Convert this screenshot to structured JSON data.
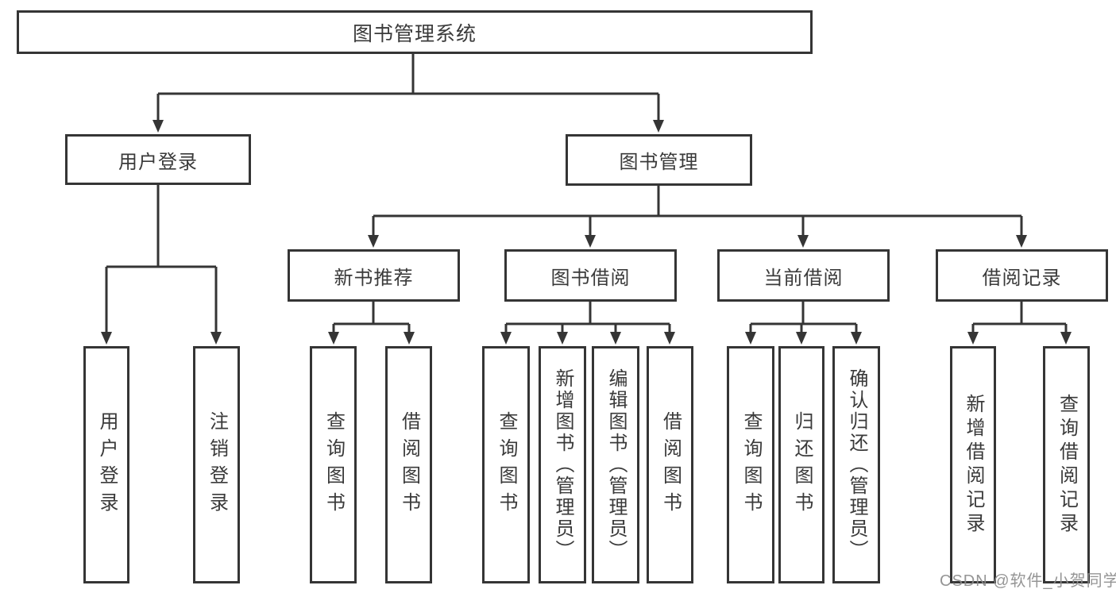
{
  "diagram": {
    "type": "functional-structure-tree",
    "colors": {
      "line": "#353535",
      "text": "#3a3a3a",
      "background": "#ffffff",
      "watermark": "#8c8c8c"
    },
    "tree": {
      "root": "图书管理系统",
      "branches": [
        {
          "label": "用户登录",
          "children": [
            "用户登录",
            "注销登录"
          ]
        },
        {
          "label": "图书管理",
          "children": [
            {
              "label": "新书推荐",
              "children": [
                "查询图书",
                "借阅图书"
              ]
            },
            {
              "label": "图书借阅",
              "children": [
                "查询图书",
                "新增图书（管理员）",
                "编辑图书（管理员）",
                "借阅图书"
              ]
            },
            {
              "label": "当前借阅",
              "children": [
                "查询图书",
                "归还图书",
                "确认归还（管理员）"
              ]
            },
            {
              "label": "借阅记录",
              "children": [
                "新增借阅记录",
                "查询借阅记录"
              ]
            }
          ]
        }
      ]
    },
    "watermark": "CSDN @软件_小贺同学"
  }
}
